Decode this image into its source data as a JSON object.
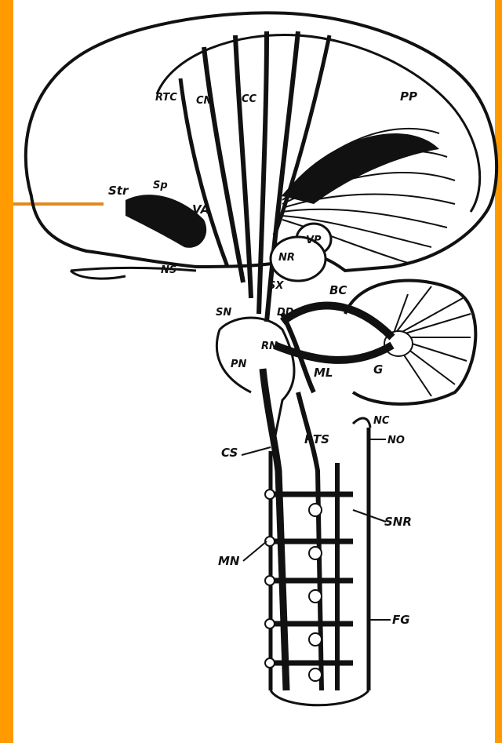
{
  "colors": {
    "frame": "#ff9a00",
    "paper": "#ffffff",
    "ink": "#111111",
    "accent_rule": "#e08a1e"
  },
  "labels": {
    "pp": "PP",
    "str": "Str",
    "sp": "Sp",
    "va": "VA",
    "nr": "NR",
    "vp": "VP",
    "bc": "BC",
    "sx": "SX",
    "rn": "RN",
    "pn": "PN",
    "ml": "ML",
    "g": "G",
    "nc": "NC",
    "no": "NO",
    "cs": "CS",
    "rts": "RTS",
    "snr": "SNR",
    "mn": "MN",
    "fg": "FG",
    "ns": "NS",
    "sn": "SN",
    "rtc": "RTC",
    "cn": "CN",
    "cc": "CC",
    "dd": "DD"
  }
}
